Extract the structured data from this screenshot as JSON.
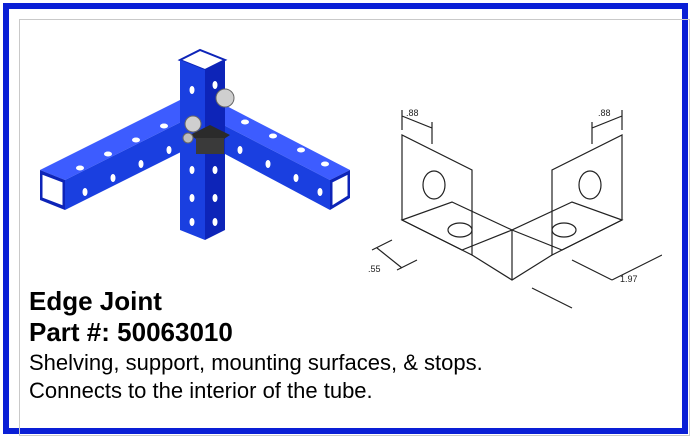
{
  "product": {
    "title": "Edge Joint",
    "part_number": "Part #: 50063010",
    "description_line1": "Shelving, support, mounting surfaces, & stops.",
    "description_line2": "Connects to the interior of the tube."
  },
  "drawing": {
    "dim_left_top": ".88",
    "dim_right_top": ".88",
    "dim_left_bottom": ".55",
    "dim_right_bottom": "1.97"
  },
  "colors": {
    "border": "#0a1fd6",
    "tube": "#1a3fe0",
    "bracket": "#2b2b2b"
  }
}
